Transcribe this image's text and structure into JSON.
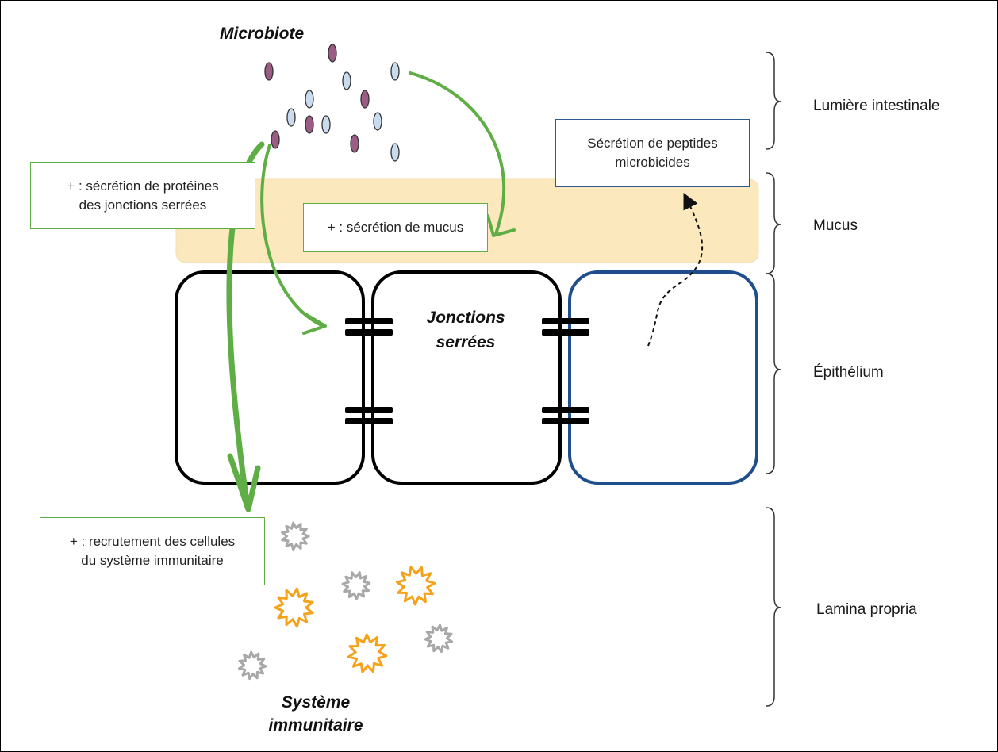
{
  "titles": {
    "microbiote": "Microbiote",
    "jonctions_line1": "Jonctions",
    "jonctions_line2": "serrées",
    "systeme_line1": "Système",
    "systeme_line2": "immunitaire"
  },
  "layers": {
    "lumiere": "Lumière intestinale",
    "mucus": "Mucus",
    "epithelium": "Épithélium",
    "lamina": "Lamina propria"
  },
  "boxes": {
    "proteines_line1": "+ : sécrétion de protéines",
    "proteines_line2": "des jonctions serrées",
    "mucus": "+ : sécrétion de mucus",
    "peptides_line1": "Sécrétion de peptides",
    "peptides_line2": "microbicides",
    "recrutement_line1": "+ : recrutement des cellules",
    "recrutement_line2": "du système immunitaire"
  },
  "colors": {
    "mucus_fill": "#fbe8bd",
    "arrow_green": "#5fae45",
    "bacteria_purple": "#9b5d85",
    "bacteria_blue": "#c9dbee",
    "cell_black": "#000000",
    "cell_blue": "#1f4e8c",
    "immune_orange": "#f5a21b",
    "immune_grey": "#a8a8a8"
  }
}
